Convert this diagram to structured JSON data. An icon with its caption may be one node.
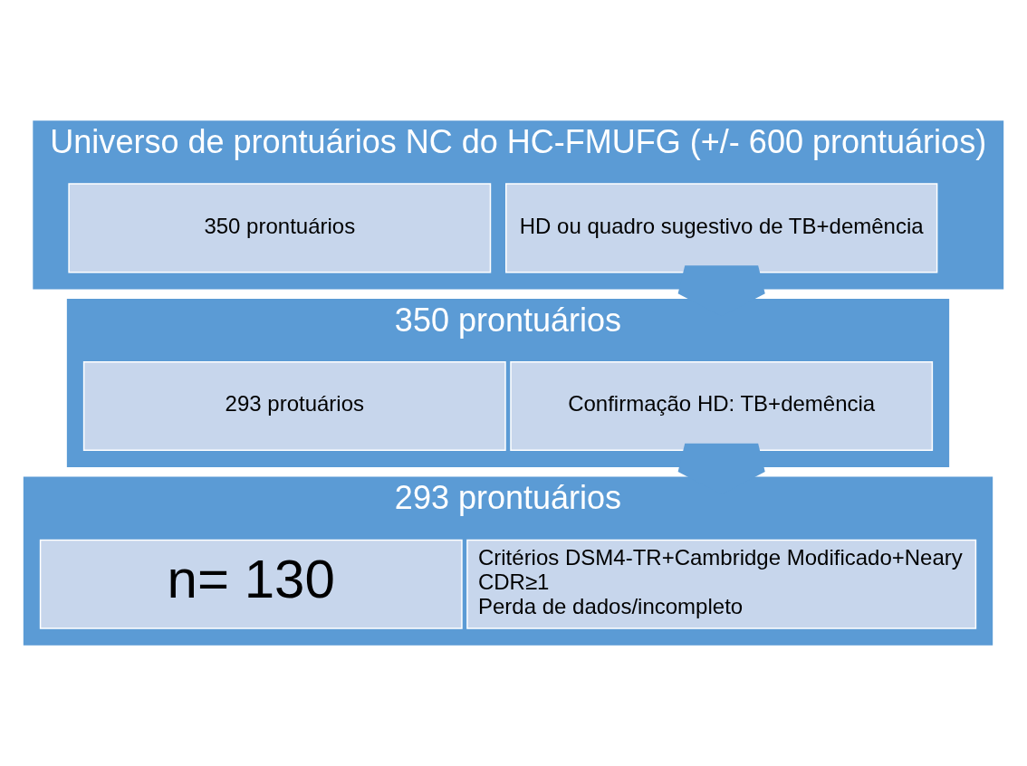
{
  "diagram": {
    "nodes": [
      {
        "text": [
          "Universo de prontuários NC do HC-FMUFG (+/- 600 prontuários)"
        ]
      },
      {
        "text": [
          "HD ou quadro sugestivo de TB+demência"
        ],
        "in": 0
      },
      {
        "text": [
          "350 prontuários"
        ],
        "in": 0
      },
      {
        "text": [
          "350 prontuários"
        ]
      },
      {
        "text": [
          "Confirmação HD: TB+demência"
        ],
        "in": 3
      },
      {
        "text": [
          "293 protuários"
        ],
        "in": 3
      },
      {
        "text": [
          "293 prontuários"
        ]
      },
      {
        "text": [
          "Critérios DSM4-TR+Cambridge Modificado+Neary",
          "CDR≥1",
          "Perda de dados/incompleto"
        ],
        "in": 6
      },
      {
        "text": [
          "n= 130"
        ],
        "in": 6
      }
    ],
    "edges": [
      {
        "from": 0,
        "to": 3,
        "arrow": "to",
        "style": "thick"
      },
      {
        "from": 3,
        "to": 6,
        "arrow": "to",
        "style": "thick"
      }
    ]
  }
}
